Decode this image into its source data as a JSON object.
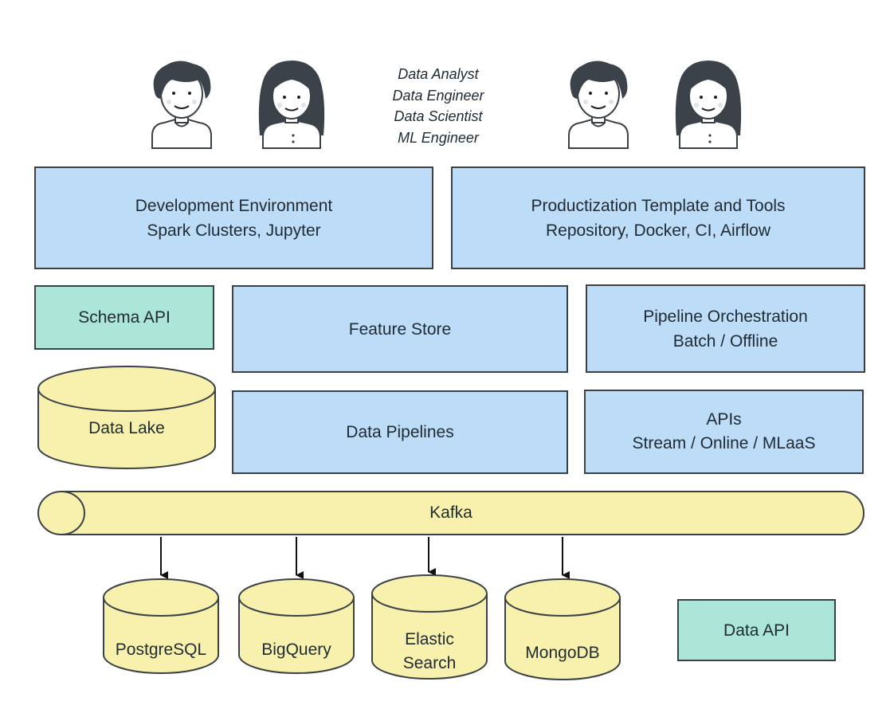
{
  "roles": [
    "Data Analyst",
    "Data Engineer",
    "Data Scientist",
    "ML Engineer"
  ],
  "boxes": {
    "dev_env": {
      "line1": "Development Environment",
      "line2": "Spark Clusters, Jupyter"
    },
    "productization": {
      "line1": "Productization Template and Tools",
      "line2": "Repository, Docker, CI, Airflow"
    },
    "schema_api": "Schema API",
    "feature_store": "Feature Store",
    "pipeline_orchestration": {
      "line1": "Pipeline Orchestration",
      "line2": "Batch / Offline"
    },
    "data_pipelines": "Data Pipelines",
    "apis": {
      "line1": "APIs",
      "line2": "Stream / Online / MLaaS"
    },
    "data_api": "Data API"
  },
  "data_lake": "Data Lake",
  "kafka": "Kafka",
  "databases": {
    "postgres": "PostgreSQL",
    "bigquery": "BigQuery",
    "elastic": {
      "line1": "Elastic",
      "line2": "Search"
    },
    "mongodb": "MongoDB"
  },
  "colors": {
    "box_blue": "#bddcf7",
    "box_teal": "#abe6d8",
    "storage_yellow": "#f8f1ad",
    "stroke": "#3a4147",
    "avatar_hair": "#3b4249"
  },
  "icons": [
    "person-male-icon",
    "person-female-icon",
    "person-male-icon",
    "person-female-icon"
  ]
}
